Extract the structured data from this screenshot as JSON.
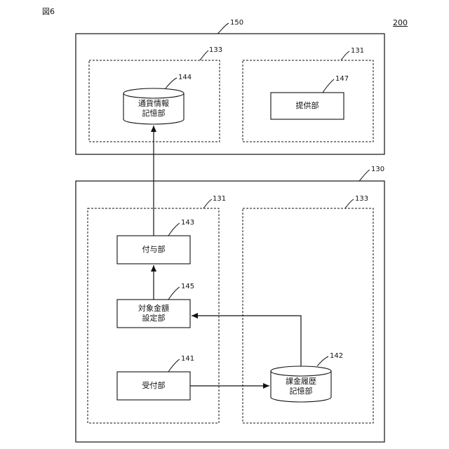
{
  "figure": {
    "title": "図6",
    "ref": "200"
  },
  "units": {
    "top_unit": {
      "ref": "150"
    },
    "bottom_unit": {
      "ref": "130"
    }
  },
  "groups": {
    "top_left": {
      "ref": "133"
    },
    "top_right": {
      "ref": "131"
    },
    "bottom_left": {
      "ref": "131"
    },
    "bottom_right": {
      "ref": "133"
    }
  },
  "components": {
    "currency_store": {
      "ref": "144",
      "line1": "通貨情報",
      "line2": "記憶部"
    },
    "provider": {
      "ref": "147",
      "label": "提供部"
    },
    "granting": {
      "ref": "143",
      "label": "付与部"
    },
    "target_amount": {
      "ref": "145",
      "line1": "対象金額",
      "line2": "設定部"
    },
    "receiving": {
      "ref": "141",
      "label": "受付部"
    },
    "billing_store": {
      "ref": "142",
      "line1": "課金履歴",
      "line2": "記憶部"
    }
  }
}
